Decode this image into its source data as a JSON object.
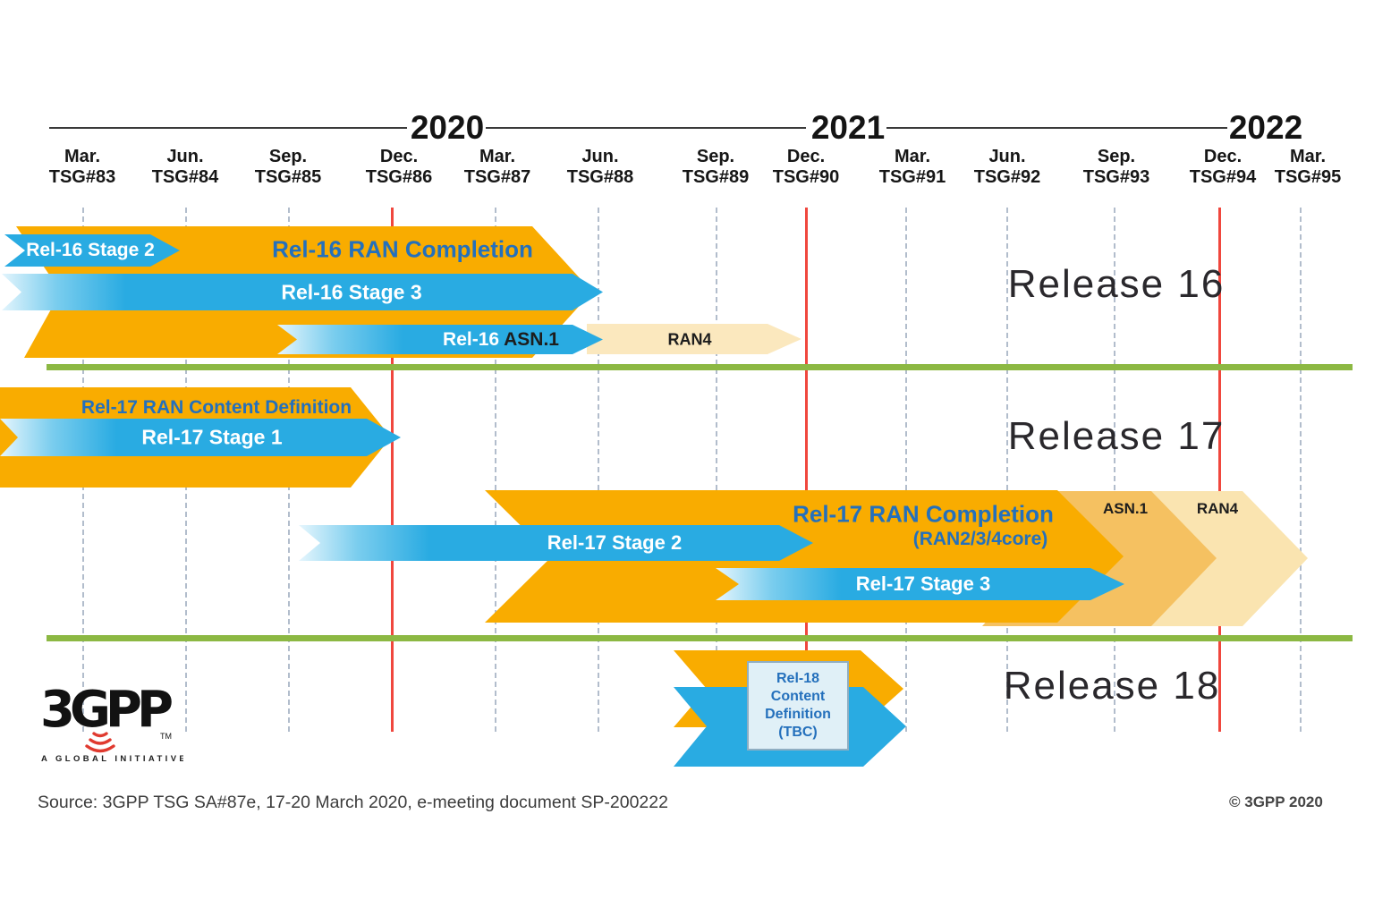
{
  "header": {
    "years": [
      "2020",
      "2021",
      "2022"
    ],
    "meetings": [
      {
        "month": "Mar.",
        "tsg": "TSG#83"
      },
      {
        "month": "Jun.",
        "tsg": "TSG#84"
      },
      {
        "month": "Sep.",
        "tsg": "TSG#85"
      },
      {
        "month": "Dec.",
        "tsg": "TSG#86"
      },
      {
        "month": "Mar.",
        "tsg": "TSG#87"
      },
      {
        "month": "Jun.",
        "tsg": "TSG#88"
      },
      {
        "month": "Sep.",
        "tsg": "TSG#89"
      },
      {
        "month": "Dec.",
        "tsg": "TSG#90"
      },
      {
        "month": "Mar.",
        "tsg": "TSG#91"
      },
      {
        "month": "Jun.",
        "tsg": "TSG#92"
      },
      {
        "month": "Sep.",
        "tsg": "TSG#93"
      },
      {
        "month": "Dec.",
        "tsg": "TSG#94"
      },
      {
        "month": "Mar.",
        "tsg": "TSG#95"
      }
    ]
  },
  "release16": {
    "title": "Release 16",
    "ran_completion": "Rel-16 RAN Completion",
    "stage2": "Rel-16 Stage 2",
    "stage3": "Rel-16 Stage 3",
    "asn1_prefix": "Rel-16",
    "asn1_word": "ASN.1",
    "ran4": "RAN4"
  },
  "release17": {
    "title": "Release 17",
    "content_definition": "Rel-17 RAN Content Definition",
    "stage1": "Rel-17 Stage 1",
    "completion": "Rel-17 RAN Completion",
    "completion_sub": "(RAN2/3/4core)",
    "stage2": "Rel-17 Stage 2",
    "stage3": "Rel-17 Stage 3",
    "asn1": "ASN.1",
    "ran4": "RAN4"
  },
  "release18": {
    "title": "Release 18",
    "box_lines": [
      "Rel-18",
      "Content",
      "Definition",
      "(TBC)"
    ]
  },
  "logo": {
    "text": "3GPP",
    "tm": "TM",
    "tagline": "A GLOBAL INITIATIVE"
  },
  "footer": {
    "source": "Source: 3GPP TSG SA#87e, 17-20 March 2020, e-meeting document SP-200222",
    "copyright": "© 3GPP 2020"
  },
  "colors": {
    "orange": "#f9ac00",
    "blue": "#29abe2",
    "cream": "#fbe8be",
    "medium_orange": "#f5c161",
    "pale_orange": "#fae4b0",
    "green_line": "#8cb843",
    "red_line": "#f0473e",
    "dashed_line": "#b2bdcc",
    "blue_text": "#2470bc"
  }
}
